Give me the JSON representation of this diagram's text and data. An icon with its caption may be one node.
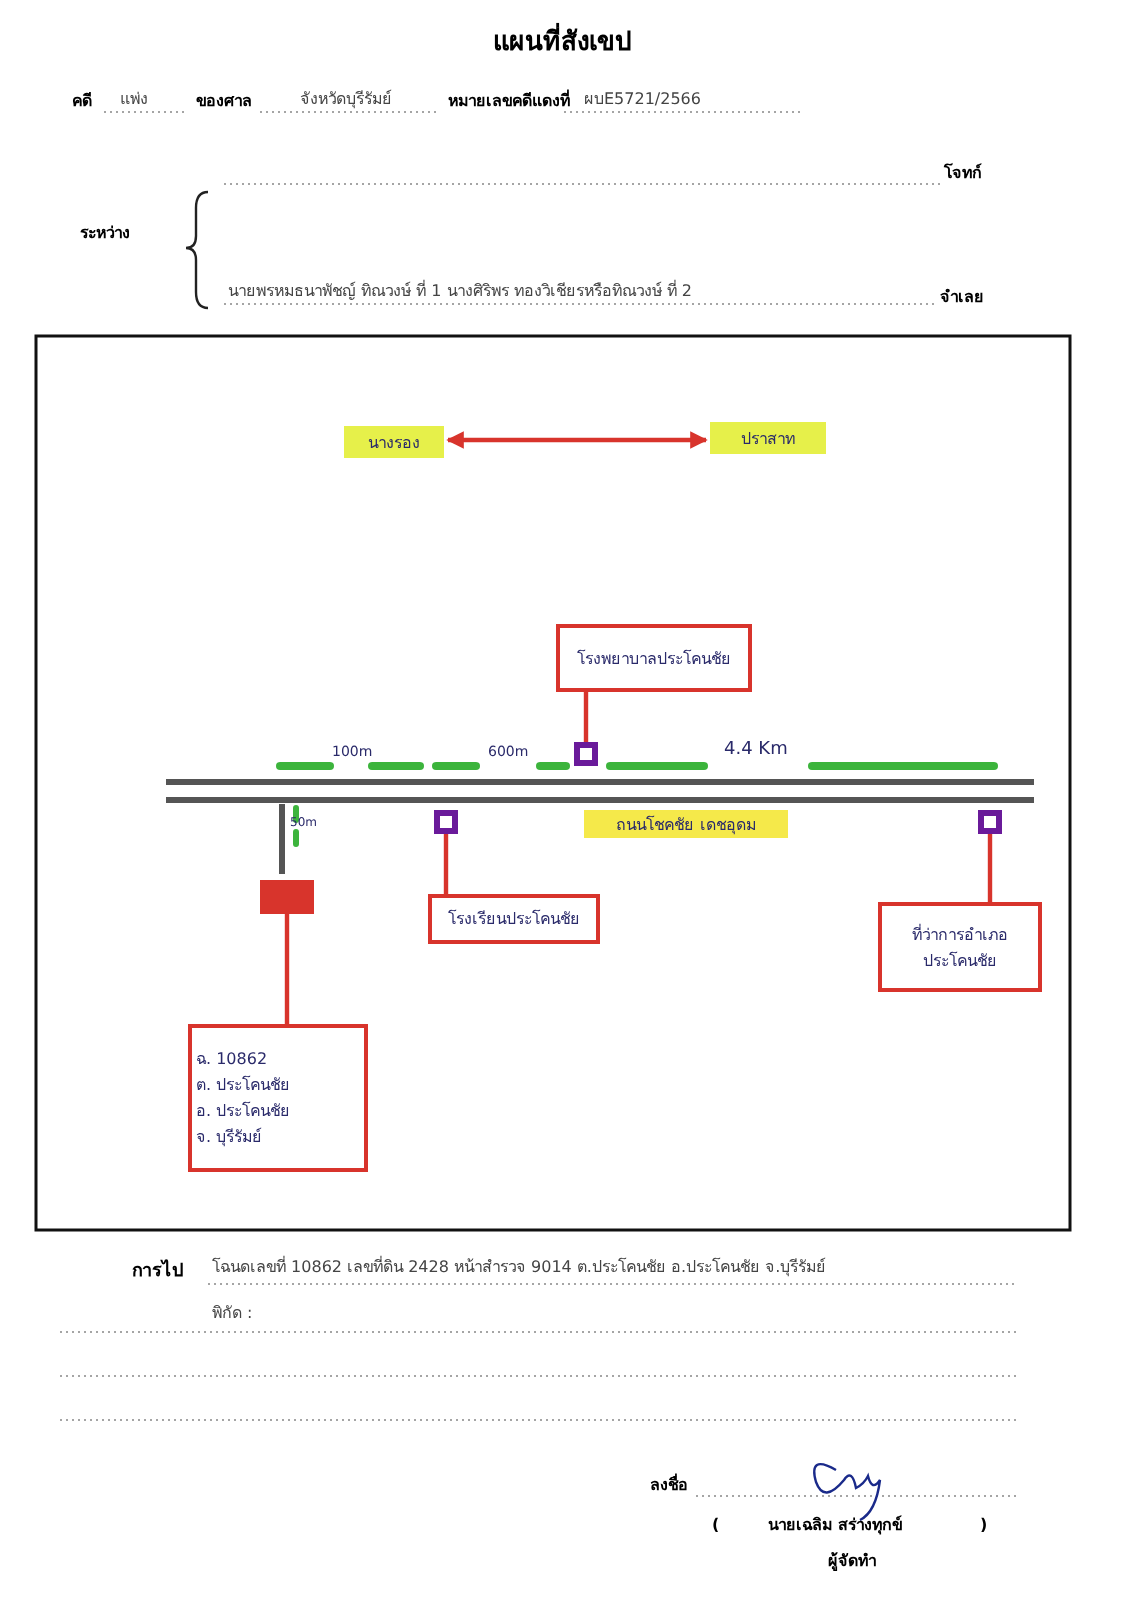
{
  "diagram": {
    "title": "แผนที่สังเขป",
    "nodes": [
      {
        "text": [
          "นางรอง"
        ]
      },
      {
        "text": [
          "ปราสาท"
        ]
      },
      {
        "text": [
          "โรงพยาบาลประโคนชัย"
        ]
      },
      {
        "text": [],
        "shape": "box"
      },
      {
        "text": [
          "ถนนโชคชัย เดชอุดม"
        ]
      },
      {
        "text": [],
        "shape": "box"
      },
      {
        "text": [
          "โรงเรียนประโคนชัย"
        ]
      },
      {
        "text": [],
        "shape": "box"
      },
      {
        "text": [
          "ที่ว่าการอำเภอ ประโคนชัย"
        ]
      },
      {
        "text": [],
        "shape": "box"
      },
      {
        "text": [
          "ฉ. 10862",
          "ต. ประโคนชัย",
          "อ. ประโคนชัย",
          "จ. บุรีรัมย์"
        ]
      }
    ],
    "edges": [
      {
        "from": 0,
        "to": 1,
        "arrow": "both"
      },
      {
        "from": 2,
        "to": 3,
        "arrow": "none"
      },
      {
        "from": 6,
        "to": 5,
        "arrow": "none"
      },
      {
        "from": 8,
        "to": 7,
        "arrow": "none"
      },
      {
        "from": 10,
        "to": 9,
        "arrow": "none"
      }
    ],
    "labels": [
      "คดี",
      "แพ่ง",
      "ของศาล",
      "จังหวัดบุรีรัมย์",
      "หมายเลขคดีแดงที่",
      "ผบE5721/2566",
      "โจทก์",
      "ระหว่าง",
      "นายพรหมธนาพัชญ์ ทิณวงษ์ ที่ 1 นางศิริพร ทองวิเชียรหรือทิณวงษ์ ที่ 2",
      "จำเลย",
      "100m",
      "600m",
      "4.4 Km",
      "50m",
      "การไป",
      "โฉนดเลขที่ 10862 เลขที่ดิน 2428 หน้าสำรวจ 9014 ต.ประโคนชัย อ.ประโคนชัย จ.บุรีรัมย์",
      "พิกัด :",
      "ลงชื่อ",
      "(",
      "นายเฉลิม สร่างทุกข์",
      ")",
      "ผู้จัดทำ"
    ]
  }
}
